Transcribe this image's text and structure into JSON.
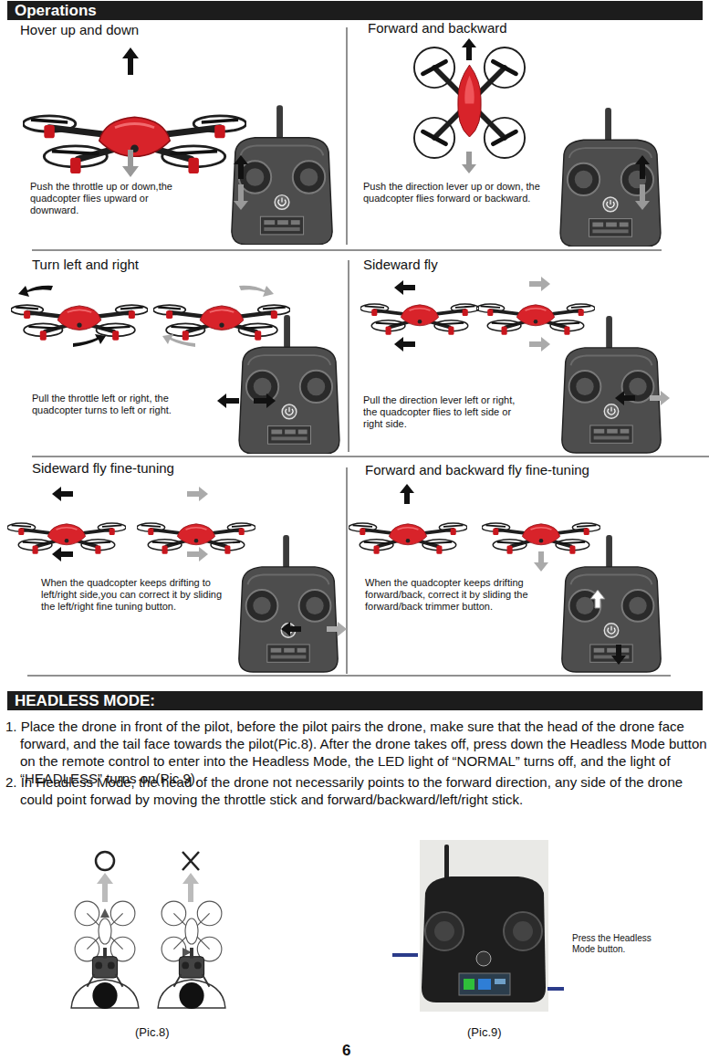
{
  "diagram": {
    "nodes": [
      {
        "text": [
          "Operations"
        ]
      },
      {
        "text": [
          "HEADLESS MODE:"
        ]
      }
    ],
    "labels": [
      "Hover up and down",
      "Push the throttle up or down,the quadcopter flies upward or downward.",
      "Forward and backward",
      "Push the direction lever up or down, the quadcopter flies forward or backward.",
      "Turn left and right",
      "Pull the throttle left or right, the quadcopter turns to left or right.",
      "Sideward fly",
      "Pull the direction lever left or right, the quadcopter flies to left side or right side.",
      "Sideward fly fine-tuning",
      "When the quadcopter keeps drifting to left/right side,you can correct it by sliding the left/right fine tuning button.",
      "Forward and backward fly fine-tuning",
      "When the quadcopter keeps drifting forward/back, correct it by sliding the forward/back trimmer button.",
      "1. Place the drone in front of the pilot, before the pilot pairs the drone, make sure that the head of the drone face forward, and the tail face towards the pilot(Pic.8). After the drone takes off, press down the Headless Mode button on the remote control to enter into the Headless Mode, the LED light of “NORMAL” turns off, and the light of “HEADLESS” turns on(Pic.9).",
      "2. In Headless Mode, the head of the drone not necessarily points to the forward direction, any side of the drone could point forwad by moving the throttle stick and forward/backward/left/right stick.",
      "Press the Headless Mode button.",
      "(Pic.8)",
      "(Pic.9)",
      "6"
    ]
  }
}
